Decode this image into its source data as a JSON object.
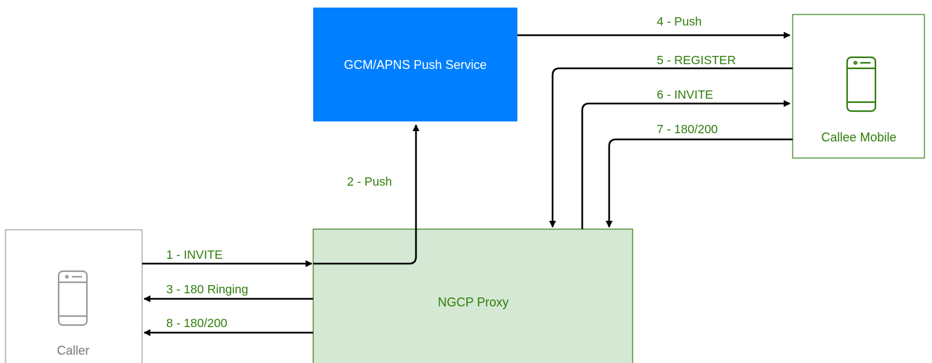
{
  "colors": {
    "edge_label": "#2e7d0a",
    "arrow": "#000000",
    "push_service_fill": "#007fff",
    "push_service_text": "#ffffff",
    "proxy_fill": "#d5e8d4",
    "proxy_stroke": "#2e7d0a",
    "proxy_text": "#2e7d0a",
    "callee_stroke": "#2e7d0a",
    "callee_text": "#2e7d0a",
    "caller_stroke": "#999999",
    "caller_text": "#777777"
  },
  "nodes": {
    "push_service": {
      "label": "GCM/APNS Push Service"
    },
    "proxy": {
      "label": "NGCP Proxy"
    },
    "callee": {
      "label": "Callee Mobile",
      "icon": "mobile-phone-icon"
    },
    "caller": {
      "label": "Caller",
      "icon": "mobile-phone-icon"
    }
  },
  "edges": {
    "invite": {
      "label": "1 - INVITE"
    },
    "push_to_service": {
      "label": "2 - Push"
    },
    "ringing": {
      "label": "3 - 180 Ringing"
    },
    "push_to_callee": {
      "label": "4 - Push"
    },
    "register": {
      "label": "5 - REGISTER"
    },
    "invite_callee": {
      "label": "6 - INVITE"
    },
    "callee_reply": {
      "label": "7 - 180/200"
    },
    "caller_reply": {
      "label": "8 - 180/200"
    }
  }
}
